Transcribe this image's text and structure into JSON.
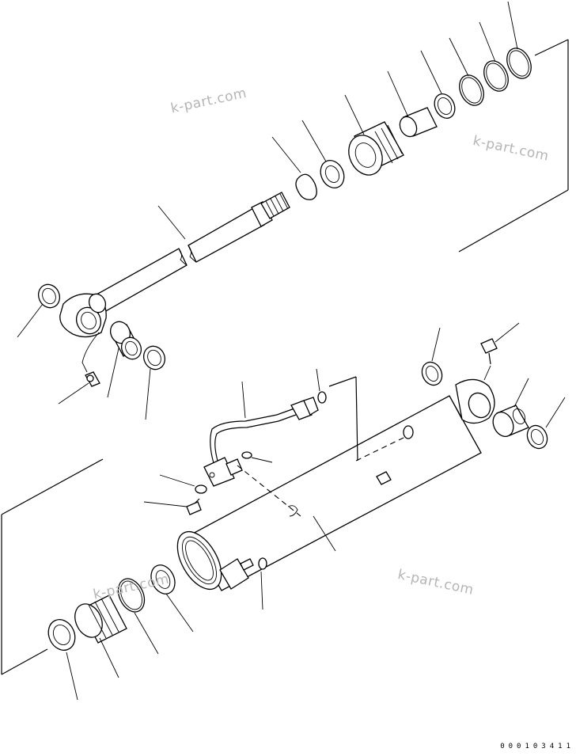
{
  "watermarks": [
    "k-part.com",
    "k-part.com",
    "k-part.com",
    "k-part.com"
  ],
  "document_number": "000103411"
}
